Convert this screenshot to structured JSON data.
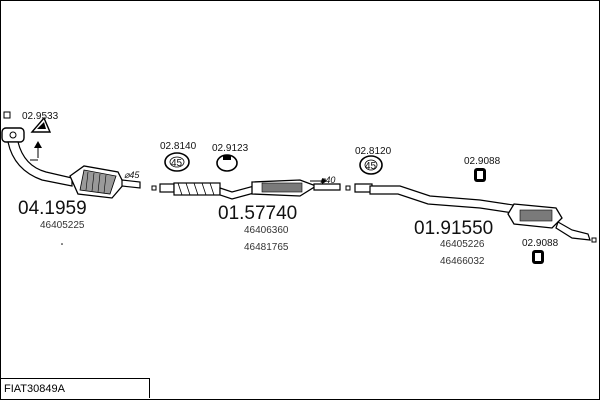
{
  "parts": {
    "gasket_1": "02.9533",
    "clamp_1": "02.8140",
    "clamp_2": "02.9123",
    "clamp_3": "02.8120",
    "hanger_1": "02.9088",
    "hanger_2": "02.9088",
    "catalyst": {
      "code": "04.1959",
      "oem": [
        "46405225"
      ]
    },
    "middle": {
      "code": "01.57740",
      "oem": [
        "46406360",
        "46481765"
      ]
    },
    "rear": {
      "code": "01.91550",
      "oem": [
        "46405226",
        "46466032"
      ]
    }
  },
  "dims": {
    "d1": "⌀45",
    "d2": "⌀40"
  },
  "clamp_labels": {
    "c1": "45",
    "c2": "45"
  },
  "title": "FIAT30849A"
}
